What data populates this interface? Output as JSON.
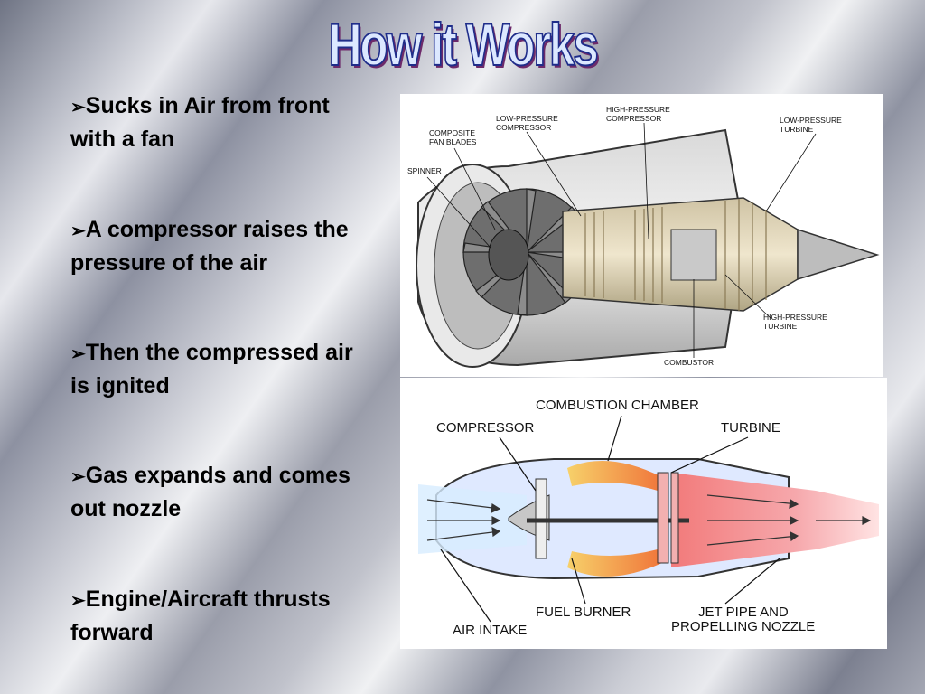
{
  "title": "How it Works",
  "bullet_glyph": "➢",
  "bullets": [
    "Sucks in Air from front with a fan",
    "A compressor raises the pressure of the air",
    "Then the compressed air is ignited",
    "Gas expands and comes out nozzle",
    "Engine/Aircraft thrusts forward"
  ],
  "turbofan_diagram": {
    "labels": {
      "composite_fan_blades": [
        "COMPOSITE",
        "FAN BLADES"
      ],
      "low_pressure_compressor": [
        "LOW-PRESSURE",
        "COMPRESSOR"
      ],
      "high_pressure_compressor": [
        "HIGH-PRESSURE",
        "COMPRESSOR"
      ],
      "low_pressure_turbine": [
        "LOW-PRESSURE",
        "TURBINE"
      ],
      "spinner": [
        "SPINNER"
      ],
      "high_pressure_turbine": [
        "HIGH-PRESSURE",
        "TURBINE"
      ],
      "combustor": [
        "COMBUSTOR"
      ]
    }
  },
  "turbojet_diagram": {
    "labels": {
      "combustion_chamber": "COMBUSTION CHAMBER",
      "compressor": "COMPRESSOR",
      "turbine": "TURBINE",
      "fuel_burner": "FUEL BURNER",
      "air_intake": "AIR INTAKE",
      "jet_pipe": "JET PIPE AND",
      "propelling_nozzle": "PROPELLING NOZZLE"
    }
  },
  "colors": {
    "title_fill": "#dce8ff",
    "title_stroke": "#1f2d8a",
    "flame": "#f08a3a",
    "exhaust": "#f4a3a8",
    "intake_air": "#cfe8ff"
  }
}
